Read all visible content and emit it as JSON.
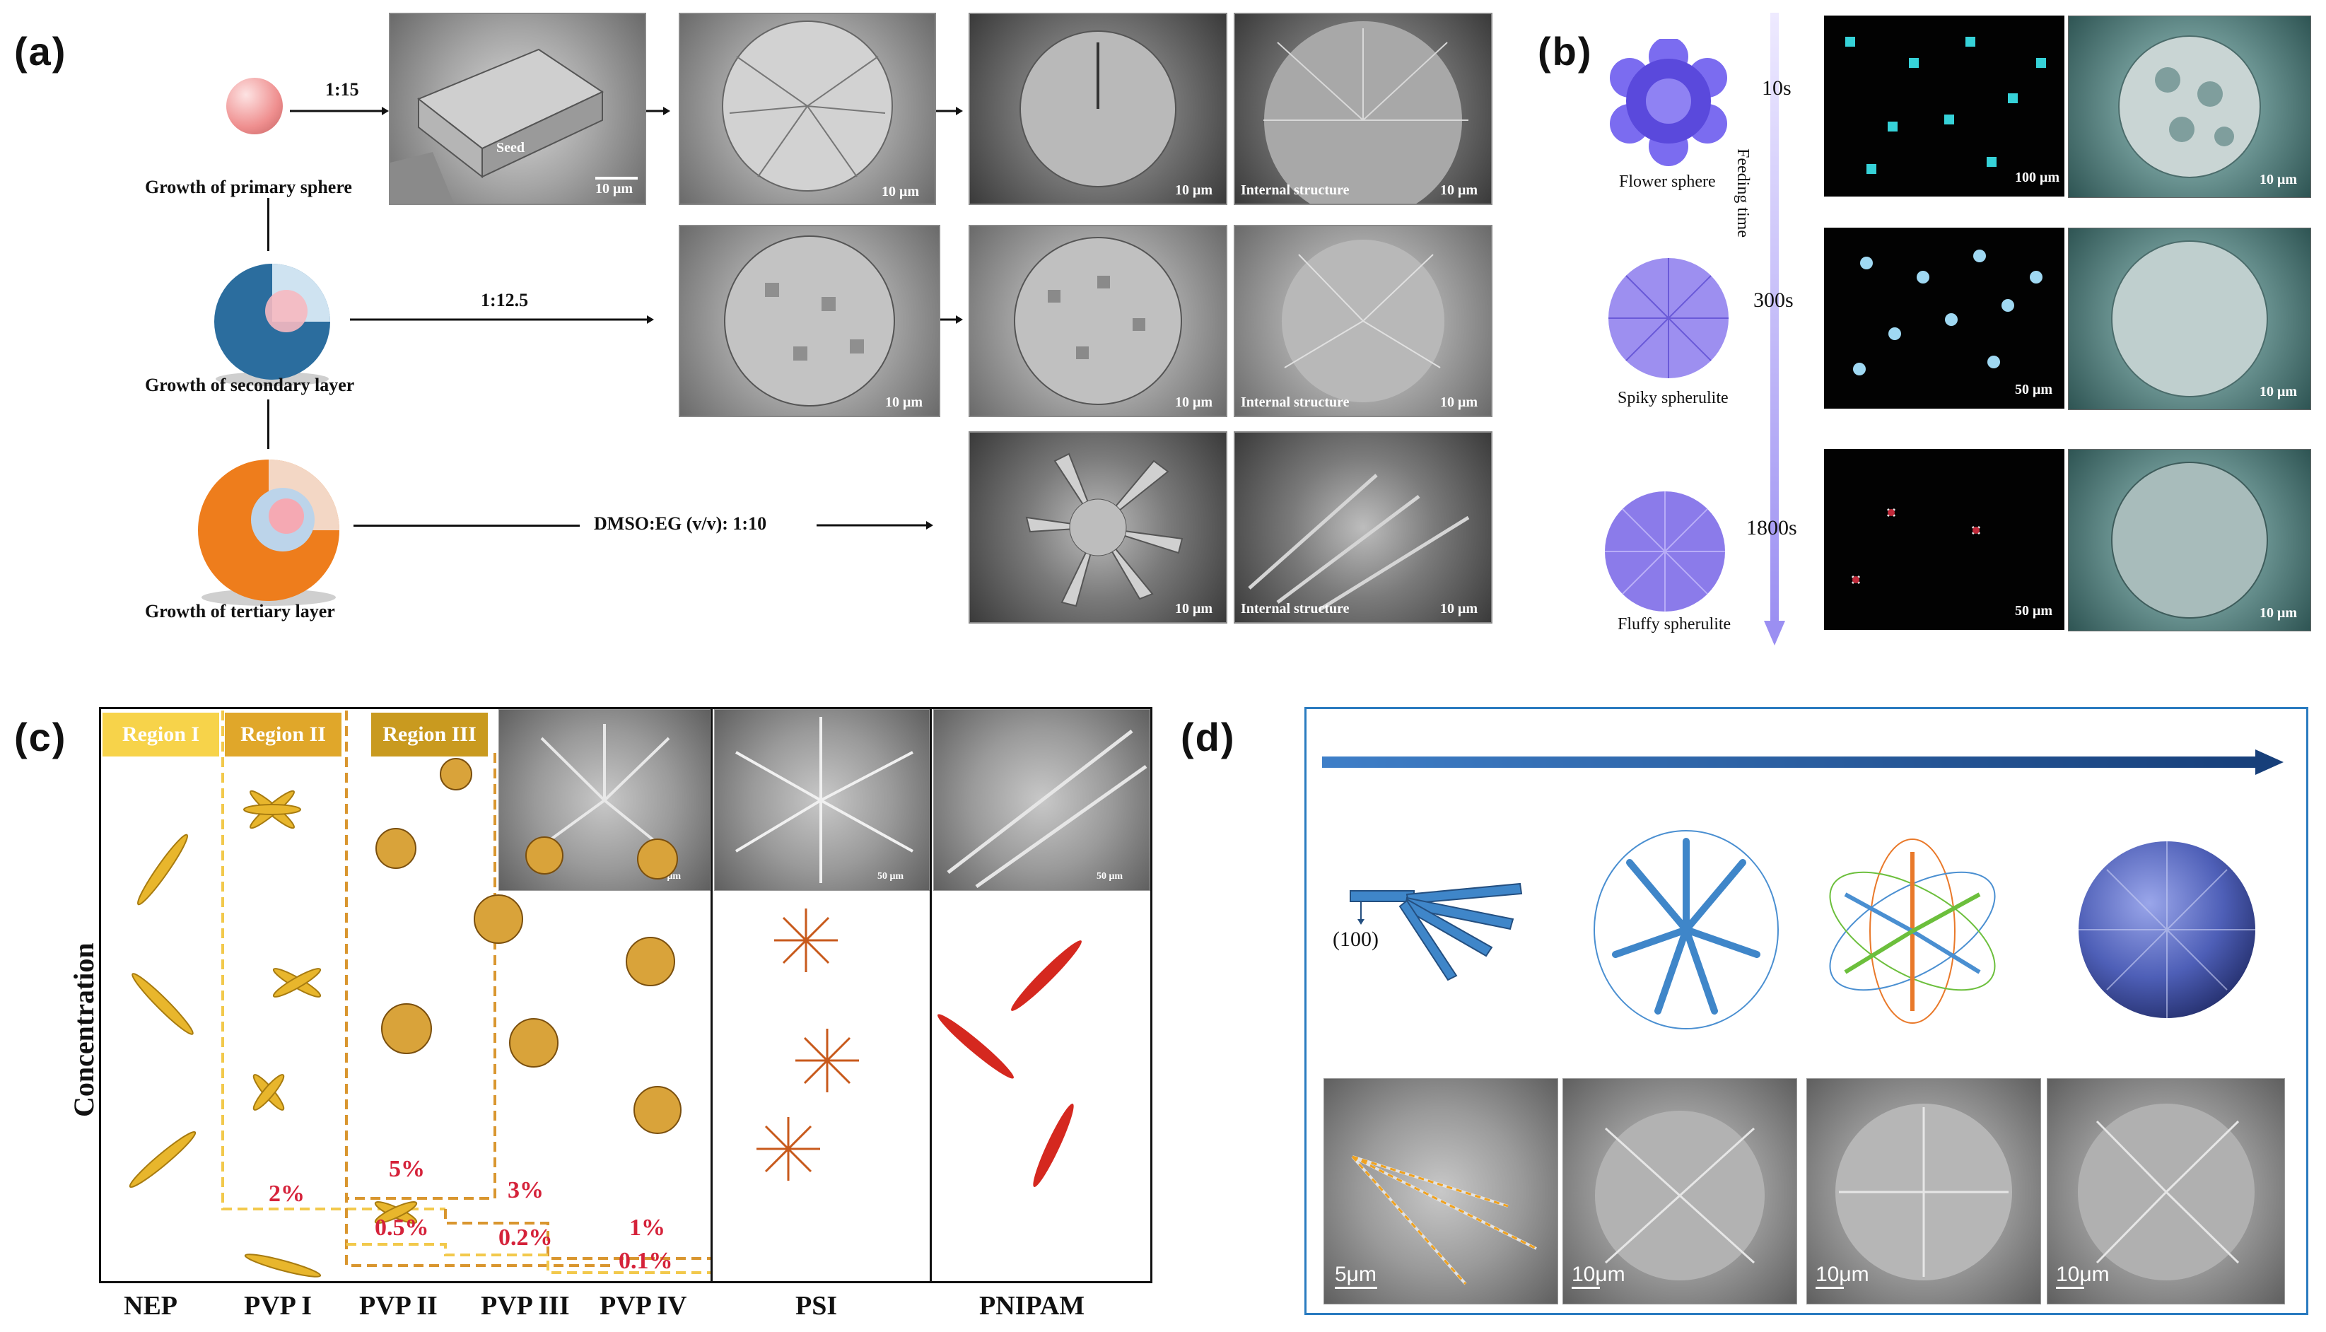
{
  "panels": {
    "a": {
      "label": "(a)",
      "ratios": [
        "1:15",
        "1:12.5",
        "DMSO:EG (v/v): 1:10"
      ],
      "captions": [
        "Growth of primary sphere",
        "Growth of secondary layer",
        "Growth of tertiary layer"
      ],
      "seed_label": "Seed",
      "internal_label": "Internal structure",
      "scale": "10 μm"
    },
    "b": {
      "label": "(b)",
      "times": [
        "10s",
        "300s",
        "1800s"
      ],
      "axis_label": "Feeding time",
      "shapes": [
        "Flower sphere",
        "Spiky  spherulite",
        "Fluffy  spherulite"
      ],
      "scale_um100": "100 μm",
      "scale_um50": "50 μm",
      "scale_um10": "10 μm"
    },
    "c": {
      "label": "(c)",
      "regions": [
        "Region I",
        "Region II",
        "Region III"
      ],
      "ylabel": "Concentration",
      "xlabels": [
        "NEP",
        "PVP I",
        "PVP II",
        "PVP III",
        "PVP IV",
        "PSI",
        "PNIPAM"
      ],
      "percents_upper": [
        "2%",
        "5%",
        "3%",
        "1%"
      ],
      "percents_lower": [
        "0.5%",
        "0.2%",
        "0.1%"
      ],
      "sem_scales": [
        "30 μm",
        "50 μm",
        "50 μm"
      ],
      "colors": {
        "region1": "#f7d34a",
        "region2": "#e0a72a",
        "region3": "#c99a1f",
        "dash1": "#f2c94c",
        "dash2": "#d9962f"
      }
    },
    "d": {
      "label": "(d)",
      "miller": "(100)",
      "scales": [
        "5μm",
        "10μm",
        "10μm",
        "10μm"
      ],
      "colors": {
        "arrow": "#1f5ea8",
        "branch": "#3f86c9",
        "sphere": "#4e5fb7",
        "frame": "#2a7bc0"
      }
    }
  }
}
